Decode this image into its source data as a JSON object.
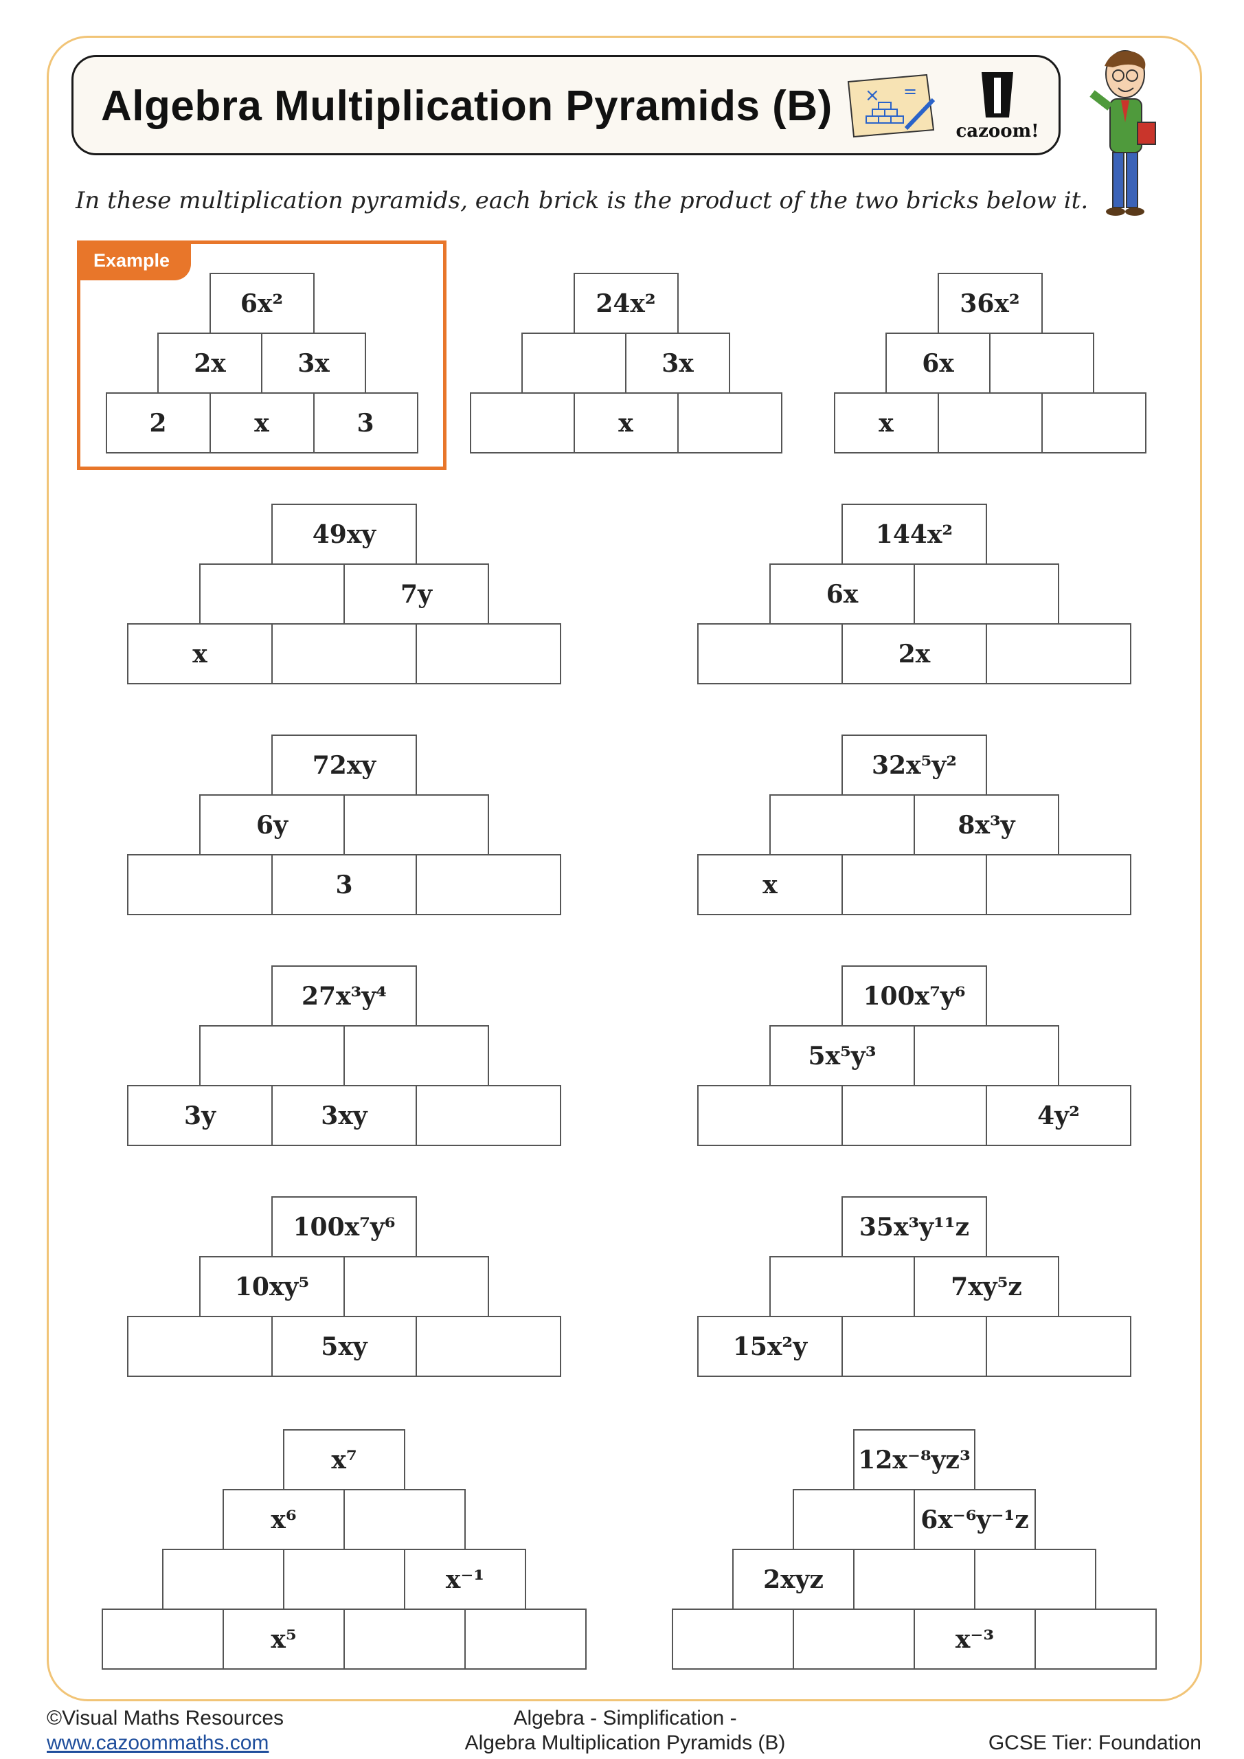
{
  "header": {
    "title": "Algebra Multiplication Pyramids (B)",
    "logo_text": "cazoom!"
  },
  "instruction": "In these multiplication pyramids, each brick is the product of the two bricks below it.",
  "example_label": "Example",
  "pyramids": [
    {
      "name": "example",
      "rows": [
        [
          "6x²"
        ],
        [
          "2x",
          "3x"
        ],
        [
          "2",
          "x",
          "3"
        ]
      ]
    },
    {
      "name": "p1",
      "rows": [
        [
          "24x²"
        ],
        [
          "",
          "3x"
        ],
        [
          "",
          "x",
          ""
        ]
      ]
    },
    {
      "name": "p2",
      "rows": [
        [
          "36x²"
        ],
        [
          "6x",
          ""
        ],
        [
          "x",
          "",
          ""
        ]
      ]
    },
    {
      "name": "p3",
      "rows": [
        [
          "49xy"
        ],
        [
          "",
          "7y"
        ],
        [
          "x",
          "",
          ""
        ]
      ]
    },
    {
      "name": "p4",
      "rows": [
        [
          "144x²"
        ],
        [
          "6x",
          ""
        ],
        [
          "",
          "2x",
          ""
        ]
      ]
    },
    {
      "name": "p5",
      "rows": [
        [
          "72xy"
        ],
        [
          "6y",
          ""
        ],
        [
          "",
          "3",
          ""
        ]
      ]
    },
    {
      "name": "p6",
      "rows": [
        [
          "32x⁵y²"
        ],
        [
          "",
          "8x³y"
        ],
        [
          "x",
          "",
          ""
        ]
      ]
    },
    {
      "name": "p7",
      "rows": [
        [
          "27x³y⁴"
        ],
        [
          "",
          ""
        ],
        [
          "3y",
          "3xy",
          ""
        ]
      ]
    },
    {
      "name": "p8",
      "rows": [
        [
          "100x⁷y⁶"
        ],
        [
          "5x⁵y³",
          ""
        ],
        [
          "",
          "",
          "4y²"
        ]
      ]
    },
    {
      "name": "p9",
      "rows": [
        [
          "100x⁷y⁶"
        ],
        [
          "10xy⁵",
          ""
        ],
        [
          "",
          "5xy",
          ""
        ]
      ]
    },
    {
      "name": "p10",
      "rows": [
        [
          "35x³y¹¹z"
        ],
        [
          "",
          "7xy⁵z"
        ],
        [
          "15x²y",
          "",
          ""
        ]
      ]
    },
    {
      "name": "p11",
      "rows": [
        [
          "x⁷"
        ],
        [
          "x⁶",
          ""
        ],
        [
          "",
          "",
          "x⁻¹"
        ],
        [
          "",
          "x⁵",
          "",
          ""
        ]
      ]
    },
    {
      "name": "p12",
      "rows": [
        [
          "12x⁻⁸yz³"
        ],
        [
          "",
          "6x⁻⁶y⁻¹z"
        ],
        [
          "2xyz",
          "",
          ""
        ],
        [
          "",
          "",
          "x⁻³",
          ""
        ]
      ]
    }
  ],
  "footer": {
    "copyright": "©Visual Maths Resources",
    "website": "www.cazoommaths.com",
    "topic_line1": "Algebra - Simplification -",
    "topic_line2": "Algebra Multiplication Pyramids (B)",
    "tier": "GCSE Tier: Foundation"
  }
}
